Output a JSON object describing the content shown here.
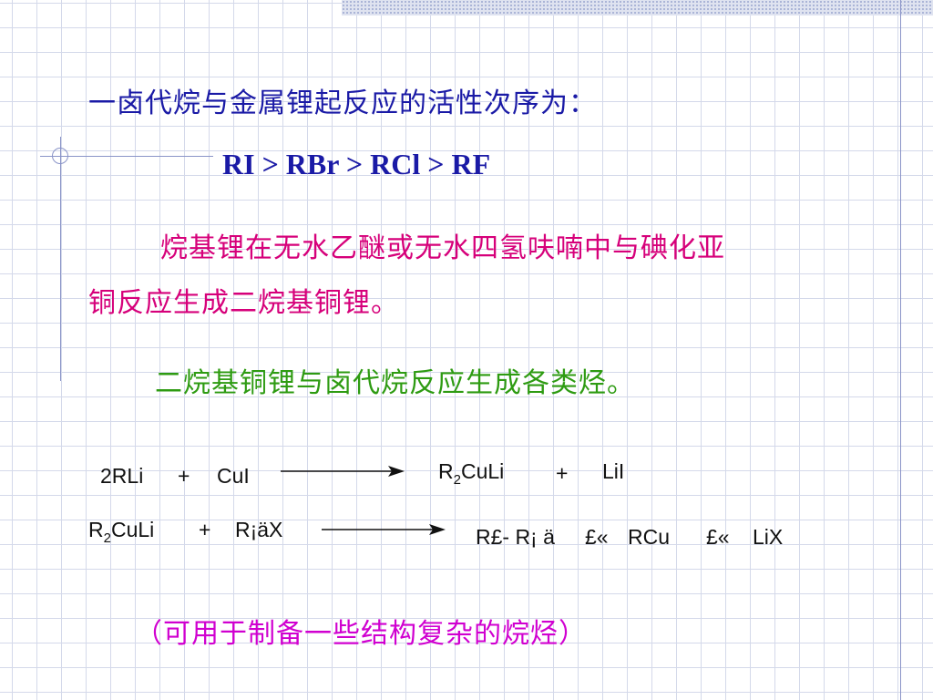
{
  "text": {
    "line1": "一卤代烷与金属锂起反应的活性次序为：",
    "line2": "RI > RBr > RCl > RF",
    "line3": "烷基锂在无水乙醚或无水四氢呋喃中与碘化亚",
    "line4": "铜反应生成二烷基铜锂。",
    "line5": "二烷基铜锂与卤代烷反应生成各类烃。",
    "line6": "（可用于制备一些结构复杂的烷烃）"
  },
  "reaction1": {
    "reactant1": "2RLi",
    "plus1": "+",
    "reactant2": "CuI",
    "product1_pre": "R",
    "product1_sub": "2",
    "product1_post": "CuLi",
    "plus2": "+",
    "product2": "LiI"
  },
  "reaction2": {
    "reactant1_pre": "R",
    "reactant1_sub": "2",
    "reactant1_post": "CuLi",
    "plus1": "+",
    "reactant2": "R¡äX",
    "product1": "R£- R¡ ä",
    "sep1": "£«",
    "product2": "RCu",
    "sep2": "£«",
    "product3": "LiX"
  },
  "colors": {
    "blue": "#1a1aa6",
    "magenta": "#d6007a",
    "green": "#2e9b12",
    "violet": "#d000d0"
  }
}
